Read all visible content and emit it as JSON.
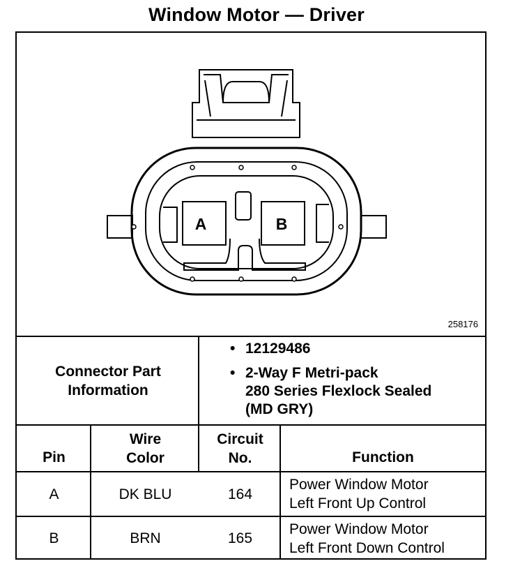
{
  "title": "Window Motor — Driver",
  "diagram": {
    "figure_id": "258176",
    "pin_labels": [
      "A",
      "B"
    ]
  },
  "connector_info": {
    "label": "Connector Part Information",
    "bullets": [
      "12129486",
      "2-Way F Metri-pack 280 Series Flexlock Sealed (MD GRY)"
    ],
    "bullet_lines": [
      [
        "12129486"
      ],
      [
        "2-Way F Metri-pack",
        "280 Series Flexlock Sealed",
        "(MD GRY)"
      ]
    ]
  },
  "table": {
    "headers": {
      "pin": "Pin",
      "wire_color": "Wire Color",
      "circuit": "Circuit No.",
      "function": "Function"
    },
    "header_lines": {
      "wire_color": [
        "Wire",
        "Color"
      ],
      "circuit": [
        "Circuit",
        "No."
      ]
    },
    "rows": [
      {
        "pin": "A",
        "wire_color": "DK BLU",
        "circuit": "164",
        "function": "Power Window Motor Left Front Up Control",
        "function_lines": [
          "Power Window Motor",
          "Left Front Up Control"
        ]
      },
      {
        "pin": "B",
        "wire_color": "BRN",
        "circuit": "165",
        "function": "Power Window Motor Left Front Down Control",
        "function_lines": [
          "Power Window Motor",
          "Left Front Down Control"
        ]
      }
    ]
  }
}
